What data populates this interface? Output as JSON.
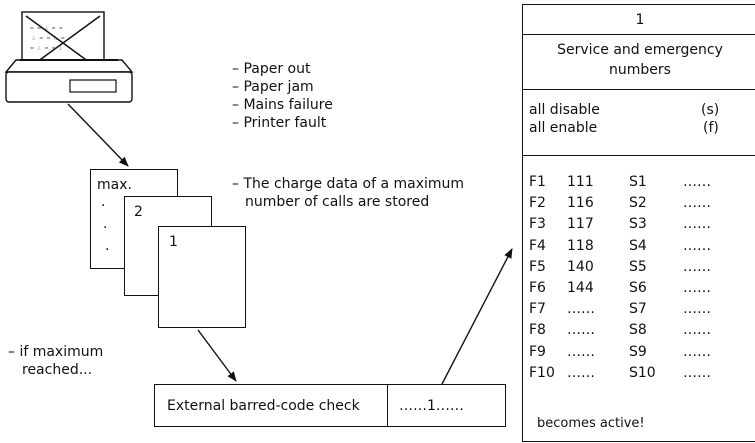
{
  "status_list": {
    "items": [
      "– Paper out",
      "– Paper jam",
      "– Mains failure",
      "– Printer fault"
    ]
  },
  "charge_note": {
    "line1": "– The charge data of a maximum",
    "line2": "number of calls are stored"
  },
  "max_note": {
    "line1": "– if maximum",
    "line2": "reached..."
  },
  "pages": {
    "back": "max.",
    "middle": "2",
    "front": "1",
    "dots": [
      "·",
      "·",
      "·"
    ]
  },
  "check_box": {
    "label": "External barred-code check",
    "value": "……1……"
  },
  "panel": {
    "number": "1",
    "title_line1": "Service and emergency",
    "title_line2": "numbers",
    "all_disable": "all disable",
    "all_disable_key": "(s)",
    "all_enable": "all enable",
    "all_enable_key": "(f)",
    "rows": [
      {
        "f": "F1",
        "fnum": "111",
        "s": "S1",
        "snum": "……"
      },
      {
        "f": "F2",
        "fnum": "116",
        "s": "S2",
        "snum": "……"
      },
      {
        "f": "F3",
        "fnum": "117",
        "s": "S3",
        "snum": "……"
      },
      {
        "f": "F4",
        "fnum": "118",
        "s": "S4",
        "snum": "……"
      },
      {
        "f": "F5",
        "fnum": "140",
        "s": "S5",
        "snum": "……"
      },
      {
        "f": "F6",
        "fnum": "144",
        "s": "S6",
        "snum": "……"
      },
      {
        "f": "F7",
        "fnum": "……",
        "s": "S7",
        "snum": "……"
      },
      {
        "f": "F8",
        "fnum": "……",
        "s": "S8",
        "snum": "……"
      },
      {
        "f": "F9",
        "fnum": "……",
        "s": "S9",
        "snum": "……"
      },
      {
        "f": "F10",
        "fnum": "……",
        "s": "S10",
        "snum": "……"
      }
    ]
  },
  "footer": "becomes active!"
}
